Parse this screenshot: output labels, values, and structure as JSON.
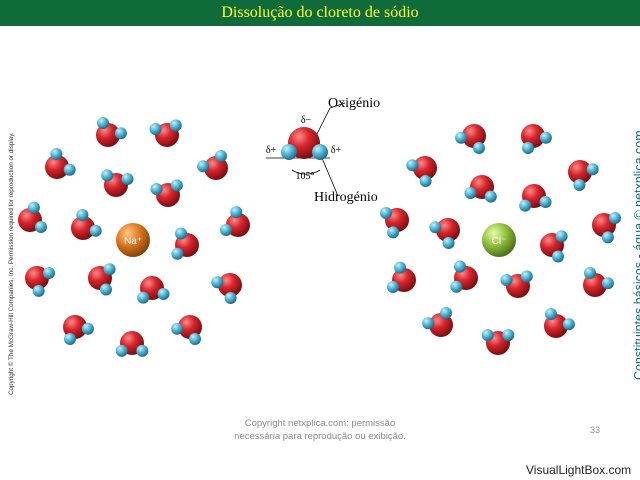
{
  "header": {
    "title": "Dissolução do cloreto de sódio"
  },
  "diagram": {
    "sodium_ion": {
      "label": "Na⁺",
      "color": "#d9731f"
    },
    "chloride_ion": {
      "label": "Cl⁻",
      "color": "#8dbb3a"
    },
    "water_molecule": {
      "oxygen_label": "Oxigénio",
      "hydrogen_label": "Hidrogénio",
      "delta_minus": "δ−",
      "delta_plus_left": "δ+",
      "delta_plus_right": "δ+",
      "angle": "105°",
      "oxygen_color": "#cc2228",
      "hydrogen_color": "#4fb7d6"
    }
  },
  "credits": {
    "left_vertical": "Copyright © The McGraw-Hill Companies, Inc. Permission required for reproduction or display.",
    "right_vertical": "Constituintes básicos - água © netxplica.com",
    "footer": [
      "Copyright netxplica.com: permissão",
      "necessária para reprodução ou exibição."
    ],
    "page_number": "33",
    "watermark": "VisualLightBox.com"
  }
}
